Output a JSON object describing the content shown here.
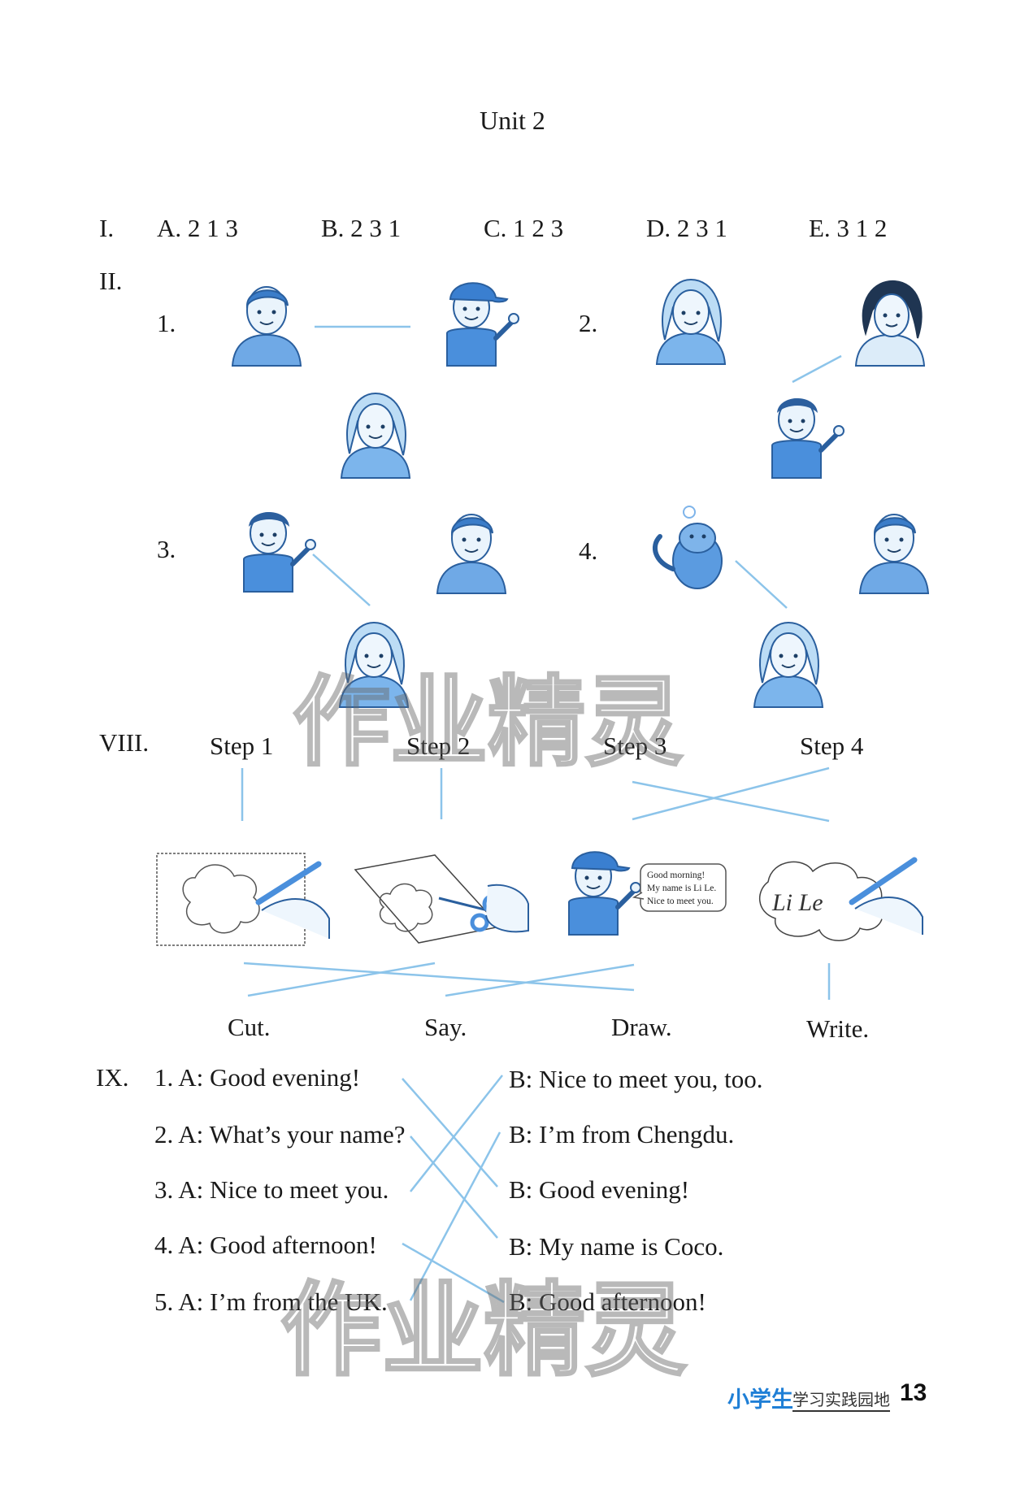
{
  "title": "Unit 2",
  "section1": {
    "label": "I.",
    "answers": [
      "A. 2 1 3",
      "B. 2 3 1",
      "C. 1 2 3",
      "D. 2 3 1",
      "E. 3 1 2"
    ]
  },
  "section2": {
    "label": "II.",
    "numbers": [
      "1.",
      "2.",
      "3.",
      "4."
    ]
  },
  "section8": {
    "label": "VIII.",
    "steps": [
      "Step 1",
      "Step 2",
      "Step 3",
      "Step 4"
    ],
    "actions": [
      "Cut.",
      "Say.",
      "Draw.",
      "Write."
    ],
    "speech_bubble": [
      "Good morning!",
      "My name is Li Le.",
      "Nice to meet you."
    ],
    "name_card": "Li Le"
  },
  "section9": {
    "label": "IX.",
    "left": [
      "1. A: Good evening!",
      "2. A: What’s your name?",
      "3. A: Nice to meet you.",
      "4. A: Good afternoon!",
      "5. A: I’m from the UK."
    ],
    "right": [
      "B: Nice to meet you, too.",
      "B: I’m from Chengdu.",
      "B: Good evening!",
      "B: My name is Coco.",
      "B: Good afternoon!"
    ]
  },
  "watermark": "作业精灵",
  "footer": {
    "brand": "小学生",
    "subtitle": "学习实践园地",
    "page": "13"
  },
  "colors": {
    "line": "#8cc4ea",
    "figure": "#4a90d9",
    "figure_light": "#cfe6f8"
  }
}
